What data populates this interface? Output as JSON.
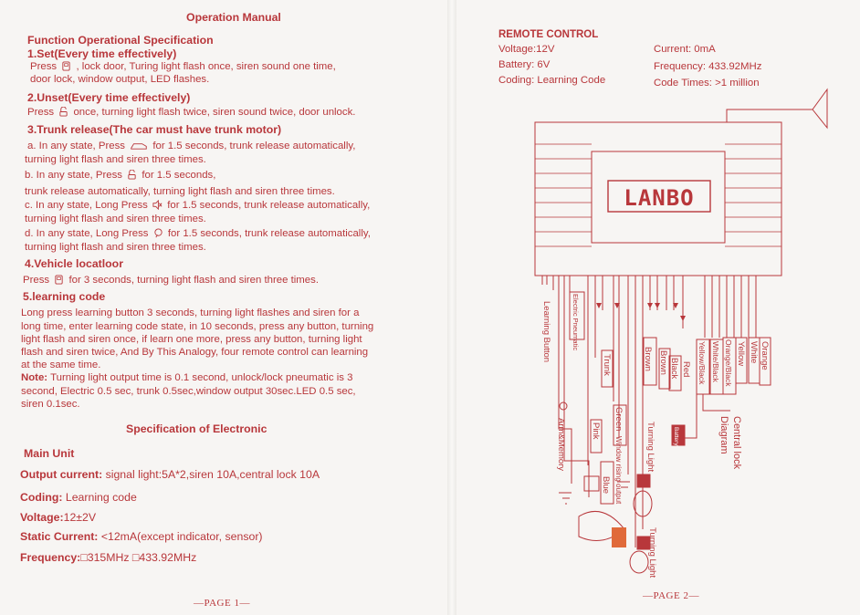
{
  "page1": {
    "title": "Operation Manual",
    "section_title": "Function Operational Specification",
    "set": {
      "heading": "1.Set(Every time effectively)",
      "l1a": "Press",
      "l1b": ", lock door, Turing light flash once, siren sound one time,",
      "l2": "door lock, window output, LED flashes."
    },
    "unset": {
      "heading": "2.Unset(Every time effectively)",
      "a": "Press",
      "b": "once, turning light flash twice, siren sound twice, door unlock."
    },
    "trunk": {
      "heading": "3.Trunk release(The car must have trunk motor)",
      "a1a": "a. In any state, Press",
      "a1b": "for 1.5 seconds,  trunk release  automatically,",
      "a2": "turning light flash and siren three times.",
      "b1a": "b. In any state, Press",
      "b1b": "for 1.5 seconds,",
      "b2": "trunk release automatically, turning light flash and siren three times.",
      "c1a": "c. In any state, Long Press",
      "c1b": "for 1.5 seconds, trunk release automatically,",
      "c2": "turning light flash and siren three times.",
      "d1a": "d. In any state, Long Press",
      "d1b": "for 1.5 seconds, trunk release automatically,",
      "d2": "turning light flash and siren three times."
    },
    "locate": {
      "heading": "4.Vehicle locatloor",
      "a": "Press",
      "b": "for 3 seconds, turning light flash and siren three times."
    },
    "learning": {
      "heading": "5.learning code",
      "lines": [
        "Long press learning button 3 seconds, turning light flashes and siren for a",
        "long time, enter learning code state, in 10 seconds, press any button, turning",
        "light flash and siren once, if learn one more, press any button, turning light",
        "flash and siren twice, And By This Analogy, four remote control can learning",
        "at the same time."
      ],
      "note_label": "Note:",
      "note_lines": [
        " Turning light output time is 0.1 second, unlock/lock pneumatic is 3",
        "second, Electric 0.5 sec, trunk 0.5sec,window output 30sec.LED 0.5 sec,",
        "siren 0.1sec."
      ]
    },
    "spec_title": "Specification of Electronic",
    "main_unit": "Main Unit",
    "specs": [
      {
        "label": "Output current:",
        "value": " signal light:5A*2,siren 10A,central lock 10A"
      },
      {
        "label": "Coding:",
        "value": " Learning code"
      },
      {
        "label": "Voltage:",
        "value": "12±2V"
      },
      {
        "label": "Static Current:",
        "value": " <12mA(except indicator, sensor)"
      },
      {
        "label": "Frequency:",
        "value": "□315MHz  □433.92MHz"
      }
    ],
    "footer": "—PAGE 1—"
  },
  "page2": {
    "remote_title": "REMOTE CONTROL",
    "remote_left": [
      "Voltage:12V",
      "Battery: 6V",
      "Coding: Learning Code"
    ],
    "remote_right": [
      "Current: 0mA",
      "Frequency: 433.92MHz",
      "Code Times: >1 million"
    ],
    "brand": "LANBO",
    "wires": {
      "learning_button": "Learning Button",
      "electric_pneumatic": "Electric Pneumatic",
      "arm_memory": "Arm&Memory",
      "pink": "Pink",
      "trunk": "Trunk",
      "green": "Green",
      "window": "Window rising output",
      "blue": "Blue",
      "brown1": "Brown",
      "brown2": "Brown",
      "turning_light1": "Turning Light",
      "turning_light2": "Turning Light",
      "black": "Black",
      "red": "Red",
      "battery": "Battery",
      "yellow_black": "Yellow/Black",
      "white_black": "White/Black",
      "orange_black": "Orange/Black",
      "yellow": "Yellow",
      "white": "White",
      "orange": "Orange",
      "central_lock1": "Central lock",
      "central_lock2": "Diagram"
    },
    "footer": "—PAGE 2—"
  },
  "colors": {
    "ink": "#b8373b",
    "paper": "#f7f5f3"
  }
}
